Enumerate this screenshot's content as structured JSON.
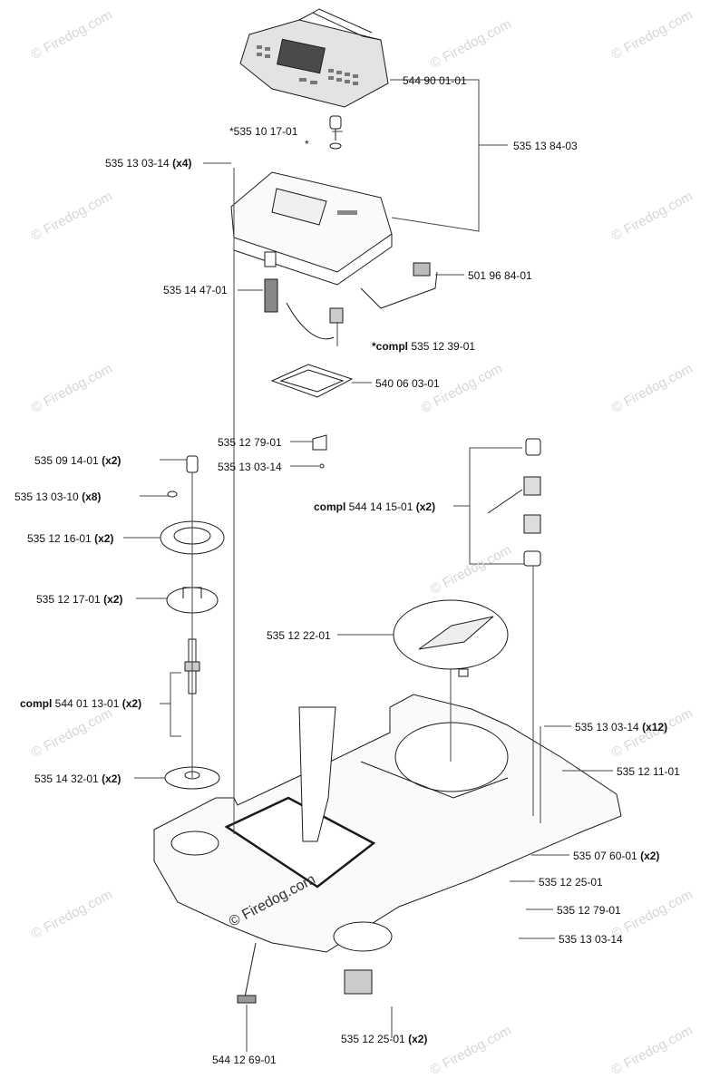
{
  "watermark": "© Firedog.com",
  "watermark_center": "© Firedog.com",
  "callouts": [
    {
      "id": "c1",
      "prefix": "",
      "num": "544 90 01-01",
      "qty": ""
    },
    {
      "id": "c2",
      "prefix": "",
      "num": "*535 10 17-01",
      "qty": ""
    },
    {
      "id": "c3",
      "prefix": "",
      "num": "*",
      "qty": ""
    },
    {
      "id": "c4",
      "prefix": "",
      "num": "535 13 84-03",
      "qty": ""
    },
    {
      "id": "c5",
      "prefix": "",
      "num": "535 13 03-14",
      "qty": "(x4)"
    },
    {
      "id": "c6",
      "prefix": "",
      "num": "535 14 47-01",
      "qty": ""
    },
    {
      "id": "c7",
      "prefix": "",
      "num": "501 96 84-01",
      "qty": ""
    },
    {
      "id": "c8",
      "prefix": "*compl",
      "num": " 535 12 39-01",
      "qty": ""
    },
    {
      "id": "c9",
      "prefix": "",
      "num": "540 06 03-01",
      "qty": ""
    },
    {
      "id": "c10",
      "prefix": "",
      "num": "535 12 79-01",
      "qty": ""
    },
    {
      "id": "c11",
      "prefix": "",
      "num": "535 13 03-14",
      "qty": ""
    },
    {
      "id": "c12",
      "prefix": "",
      "num": "535 09 14-01",
      "qty": "(x2)"
    },
    {
      "id": "c13",
      "prefix": "",
      "num": "535 13 03-10",
      "qty": "(x8)"
    },
    {
      "id": "c14",
      "prefix": "",
      "num": "535 12 16-01",
      "qty": "(x2)"
    },
    {
      "id": "c15",
      "prefix": "compl",
      "num": " 544 14 15-01",
      "qty": "(x2)"
    },
    {
      "id": "c16",
      "prefix": "",
      "num": "535 12 17-01",
      "qty": "(x2)"
    },
    {
      "id": "c17",
      "prefix": "",
      "num": "535 12 22-01",
      "qty": ""
    },
    {
      "id": "c18",
      "prefix": "compl",
      "num": " 544 01 13-01",
      "qty": "(x2)"
    },
    {
      "id": "c19",
      "prefix": "",
      "num": "535 13 03-14",
      "qty": "(x12)"
    },
    {
      "id": "c20",
      "prefix": "",
      "num": "535 14 32-01",
      "qty": "(x2)"
    },
    {
      "id": "c21",
      "prefix": "",
      "num": "535 12 11-01",
      "qty": ""
    },
    {
      "id": "c22",
      "prefix": "",
      "num": "535 07 60-01",
      "qty": "(x2)"
    },
    {
      "id": "c23",
      "prefix": "",
      "num": "535 12 25-01",
      "qty": ""
    },
    {
      "id": "c24",
      "prefix": "",
      "num": "535 12 79-01",
      "qty": ""
    },
    {
      "id": "c25",
      "prefix": "",
      "num": "535 13 03-14",
      "qty": ""
    },
    {
      "id": "c26",
      "prefix": "",
      "num": "535 12 25-01",
      "qty": "(x2)"
    },
    {
      "id": "c27",
      "prefix": "",
      "num": "544 12 69-01",
      "qty": ""
    }
  ]
}
